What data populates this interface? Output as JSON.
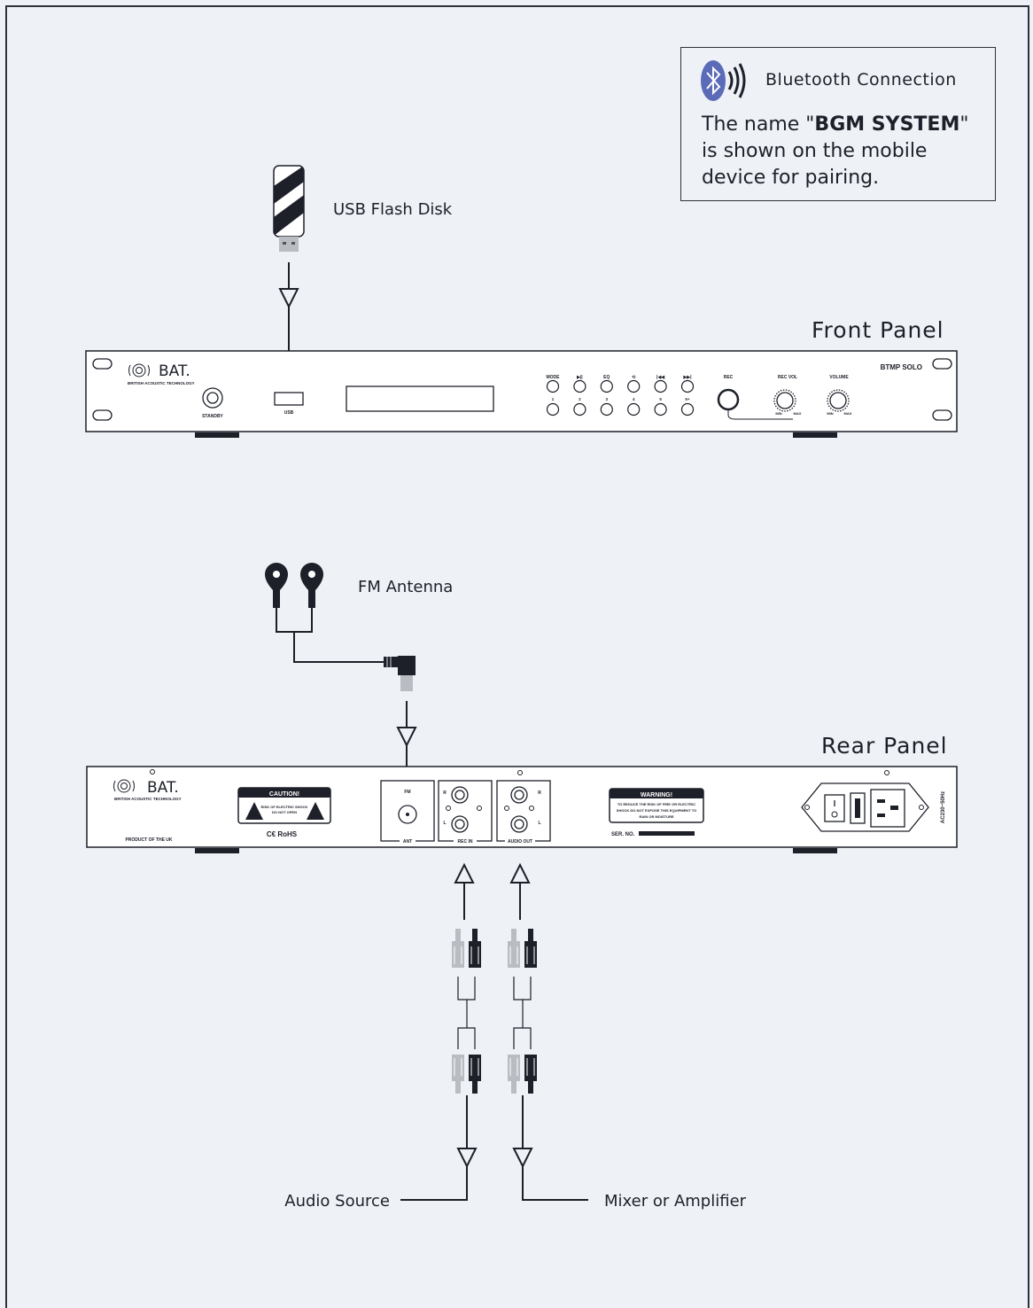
{
  "bluetooth": {
    "title": "Bluetooth Connection",
    "text_before": "The name \"",
    "device_name": "BGM SYSTEM",
    "text_after": "\" is shown on the mobile device for pairing."
  },
  "labels": {
    "usb_flash_disk": "USB Flash Disk",
    "front_panel": "Front Panel",
    "fm_antenna": "FM Antenna",
    "rear_panel": "Rear Panel",
    "audio_source": "Audio Source",
    "mixer_or_amplifier": "Mixer or Amplifier"
  },
  "front_panel": {
    "brand": "BAT.",
    "brand_sub": "BRITISH ACOUSTIC TECHNOLOGY",
    "standby": "STANDBY",
    "usb": "USB",
    "model": "BTMP SOLO",
    "rec": "REC",
    "rec_vol": "REC VOL",
    "volume": "VOLUME",
    "min": "MIN",
    "max": "MAX",
    "button_top_labels": [
      "MODE",
      "▶||",
      "EQ",
      "⟲",
      "|◀◀",
      "▶▶|"
    ],
    "button_bottom_labels": [
      "1",
      "2",
      "3",
      "4",
      "5",
      "5+"
    ]
  },
  "rear_panel": {
    "brand": "BAT.",
    "brand_sub": "BRITISH ACOUSTIC TECHNOLOGY",
    "product_of": "PRODUCT OF THE UK",
    "caution_title": "CAUTION!",
    "caution_text_1": "RISK OF ELECTRIC SHOCK",
    "caution_text_2": "DO NOT OPEN",
    "cert_marks": "C€ RoHS",
    "fm": "FM",
    "ant": "ANT",
    "rec_in": "REC IN",
    "audio_out": "AUDIO OUT",
    "r": "R",
    "l": "L",
    "warning_title": "WARNING!",
    "warning_line_1": "TO REDUCE THE RISK OF FIRE OR ELECTRIC",
    "warning_line_2": "SHOCK DO NOT EXPOSE THIS EQUIPMENT TO",
    "warning_line_3": "RAIN OR MOISTURE",
    "ser_no": "SER. NO.",
    "power_rating": "AC230~50Hz"
  },
  "colors": {
    "background": "#eef1f6",
    "ink": "#1d2029",
    "bluetooth": "#5b6bb8",
    "plug_grey": "#b9bcc2"
  }
}
